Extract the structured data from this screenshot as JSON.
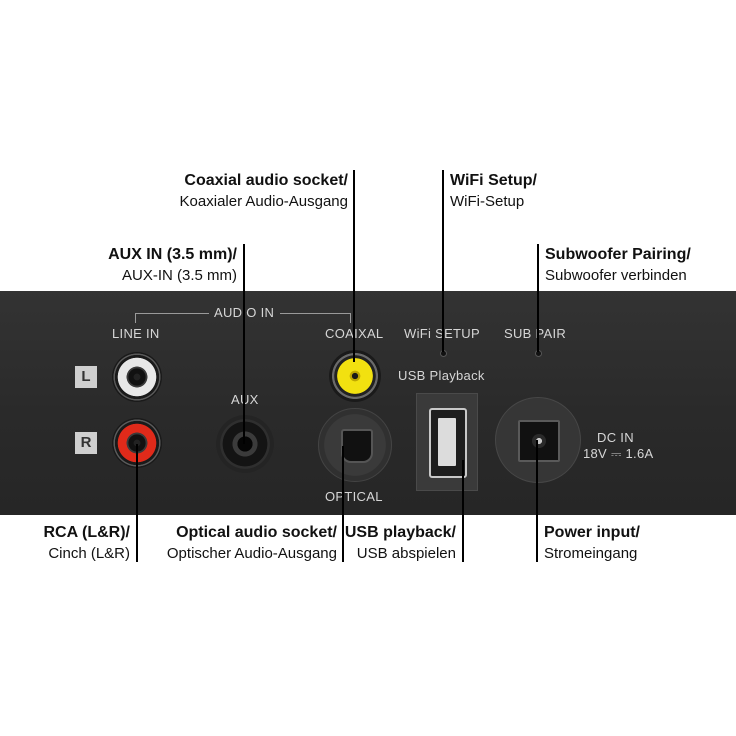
{
  "callouts": {
    "coaxial": {
      "title": "Coaxial audio socket/",
      "subtitle": "Koaxialer Audio-Ausgang"
    },
    "wifi": {
      "title": "WiFi Setup/",
      "subtitle": "WiFi-Setup"
    },
    "aux": {
      "title": "AUX IN (3.5 mm)/",
      "subtitle": "AUX-IN (3.5 mm)"
    },
    "subwoofer": {
      "title": "Subwoofer Pairing/",
      "subtitle": "Subwoofer verbinden"
    },
    "rca": {
      "title": "RCA (L&R)/",
      "subtitle": "Cinch (L&R)"
    },
    "optical": {
      "title": "Optical audio socket/",
      "subtitle": "Optischer Audio-Ausgang"
    },
    "usb": {
      "title": "USB playback/",
      "subtitle": "USB abspielen"
    },
    "power": {
      "title": "Power input/",
      "subtitle": "Stromeingang"
    }
  },
  "panel": {
    "audio_in": "AUDIO IN",
    "line_in": "LINE IN",
    "left": "L",
    "right": "R",
    "aux": "AUX",
    "coaxial": "COAIXAL",
    "optical": "OPTICAL",
    "wifi_setup": "WiFi SETUP",
    "sub_pair": "SUB PAIR",
    "usb_playback": "USB  Playback",
    "dc_in": "DC IN",
    "dc_rating": "18V ⎓ 1.6A"
  },
  "colors": {
    "panel": "#2d2d2d",
    "rca_left": "#e8e8e8",
    "rca_right": "#e02a1a",
    "coax": "#f2e110"
  }
}
